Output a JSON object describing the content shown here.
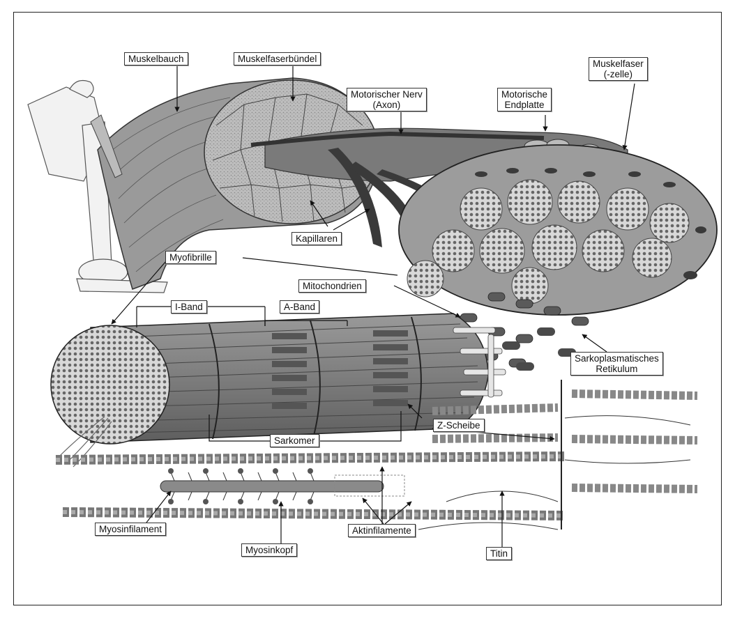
{
  "labels": {
    "muskelbauch": "Muskelbauch",
    "muskelfaserbuendel": "Muskelfaserbündel",
    "muskelfaser_line1": "Muskelfaser",
    "muskelfaser_line2": "(-zelle)",
    "nerv_line1": "Motorischer Nerv",
    "nerv_line2": "(Axon)",
    "endplatte_line1": "Motorische",
    "endplatte_line2": "Endplatte",
    "kapillaren": "Kapillaren",
    "myofibrille": "Myofibrille",
    "mitochondrien": "Mitochondrien",
    "i_band": "I-Band",
    "a_band": "A-Band",
    "sarko_line1": "Sarkoplasmatisches",
    "sarko_line2": "Retikulum",
    "z_scheibe": "Z-Scheibe",
    "sarkomer": "Sarkomer",
    "myosinfilament": "Myosinfilament",
    "myosinkopf": "Myosinkopf",
    "aktinfilamente": "Aktinfilamente",
    "titin": "Titin"
  },
  "colors": {
    "dark_gray": "#555555",
    "mid_gray": "#8a8a8a",
    "light_gray": "#c8c8c8",
    "outline": "#222222"
  }
}
